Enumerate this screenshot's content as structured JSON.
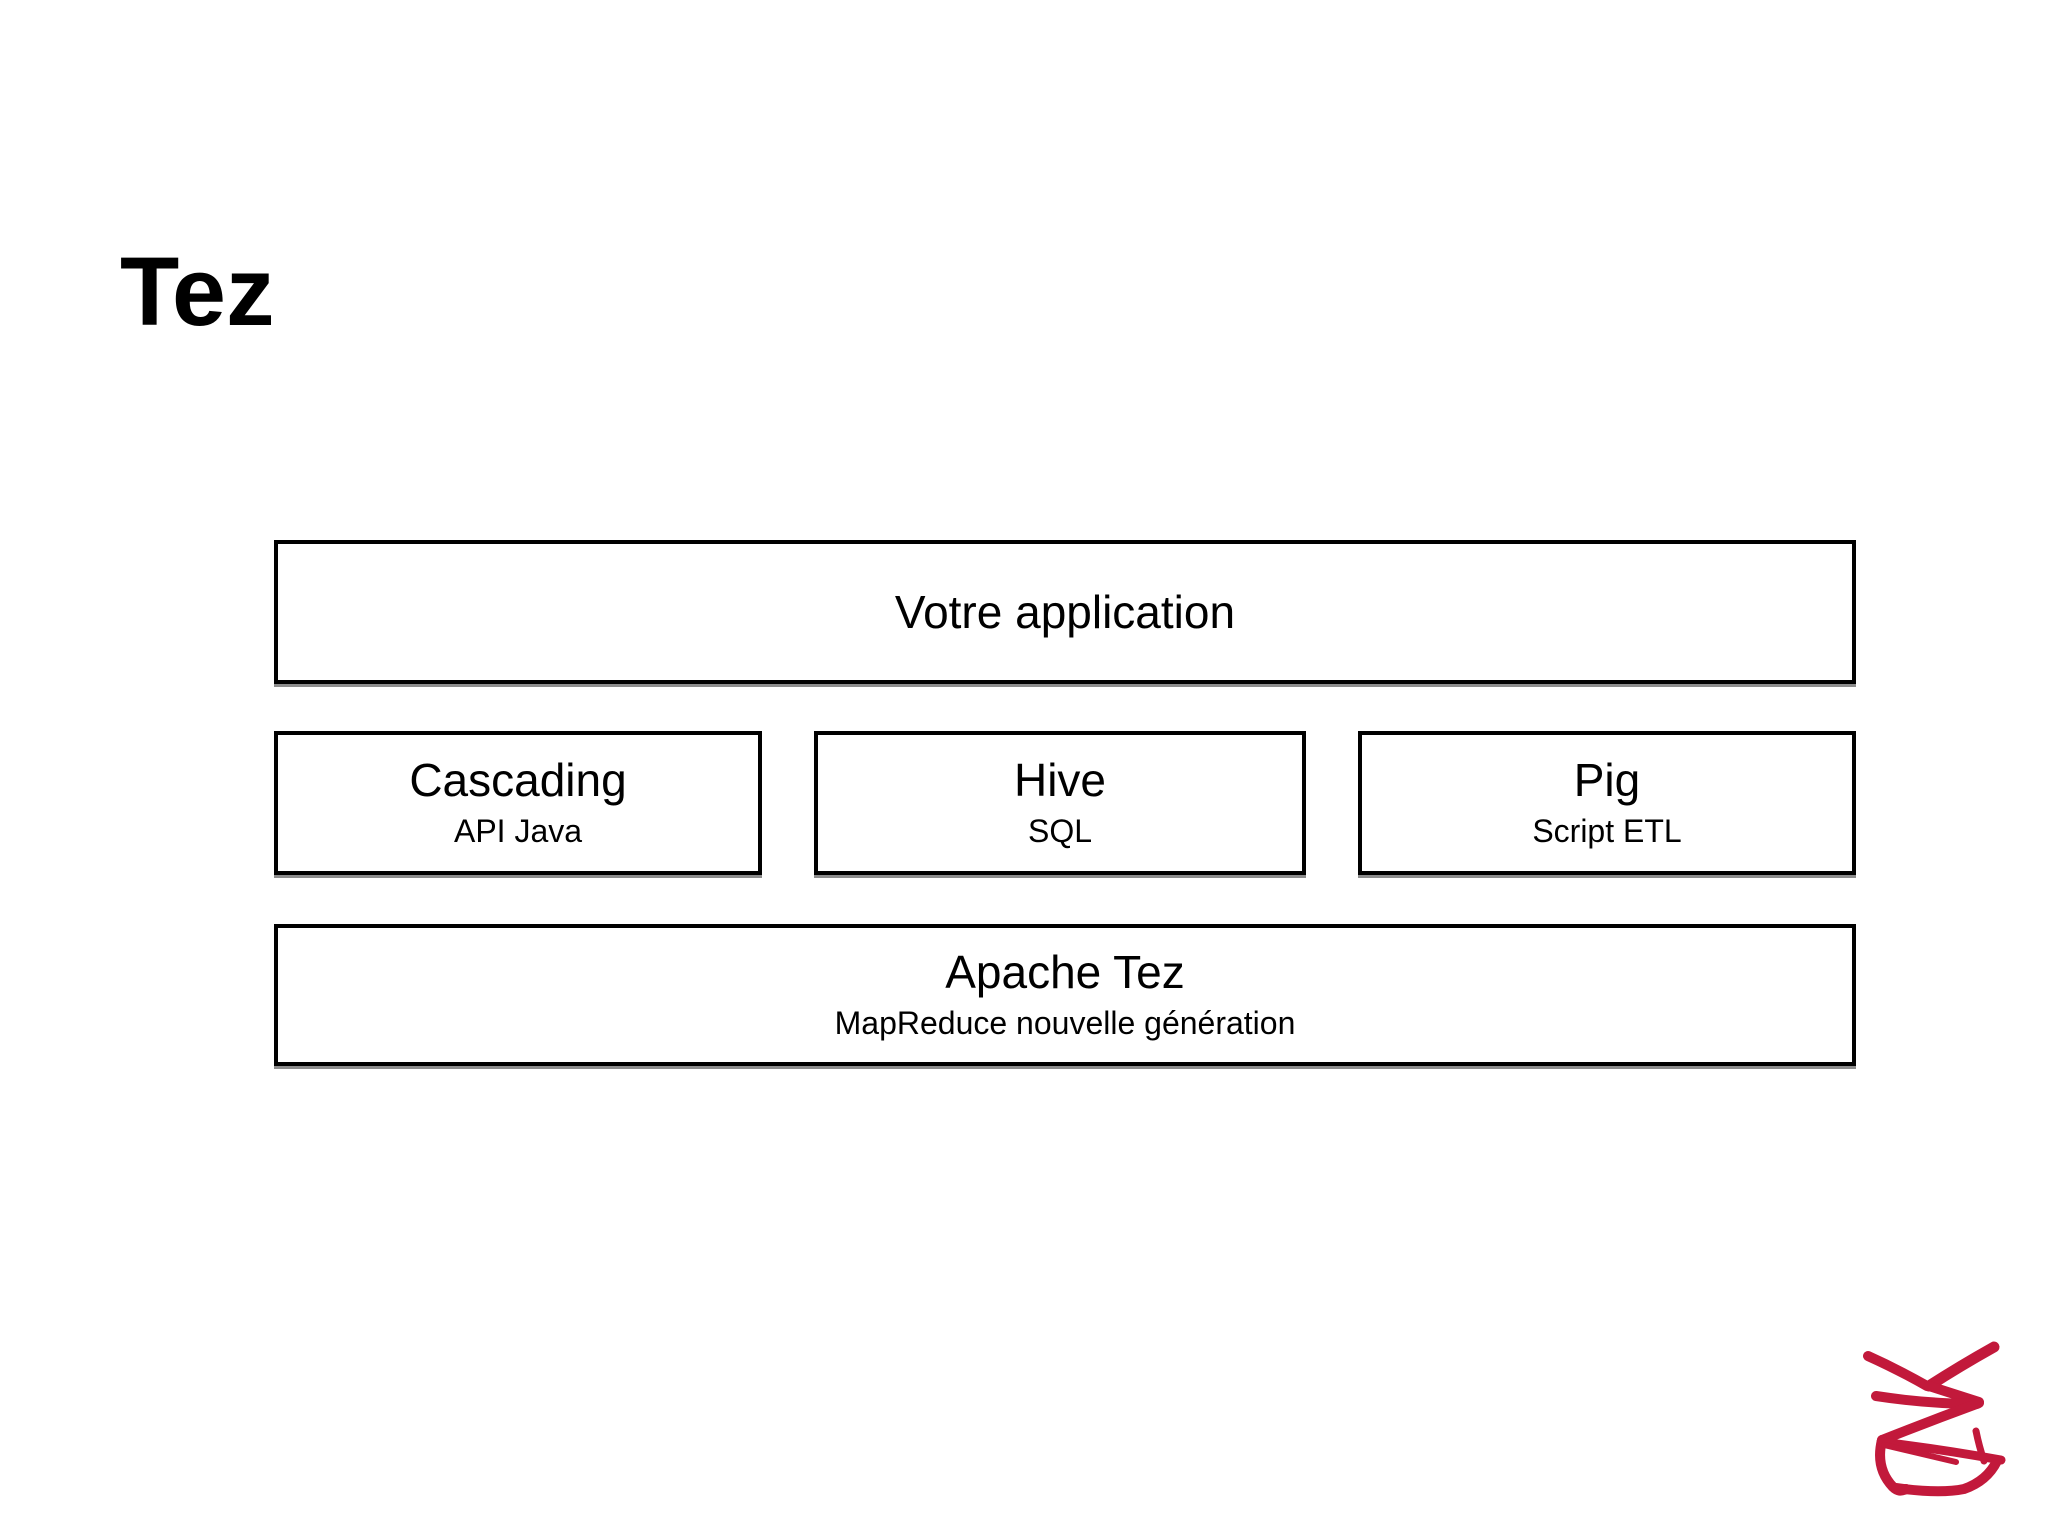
{
  "slide": {
    "title": "Tez"
  },
  "diagram": {
    "application_box": {
      "label": "Votre application"
    },
    "engine_boxes": [
      {
        "title": "Cascading",
        "subtitle": "API Java"
      },
      {
        "title": "Hive",
        "subtitle": "SQL"
      },
      {
        "title": "Pig",
        "subtitle": "Script ETL"
      }
    ],
    "platform_box": {
      "title": "Apache Tez",
      "subtitle": "MapReduce nouvelle génération"
    }
  },
  "branding": {
    "logo_icon": "red-brush-logo-mark",
    "logo_color": "#c2193b"
  },
  "colors": {
    "background": "#ffffff",
    "text": "#000000",
    "box_border": "#000000"
  }
}
